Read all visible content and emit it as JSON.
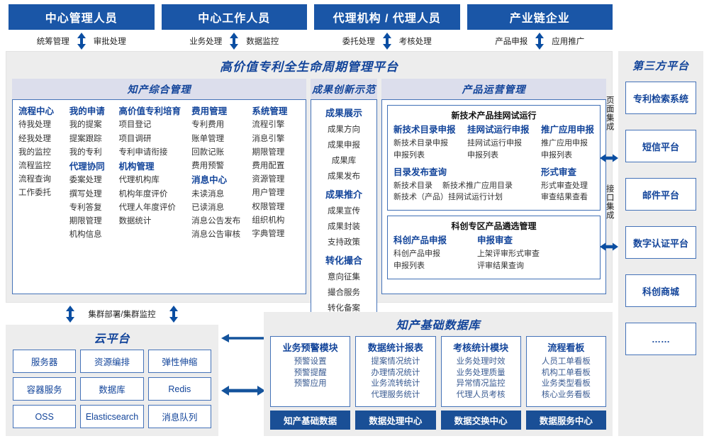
{
  "roles": {
    "items": [
      {
        "title": "中心管理人员",
        "left": "统筹管理",
        "right": "审批处理"
      },
      {
        "title": "中心工作人员",
        "left": "业务处理",
        "right": "数据监控"
      },
      {
        "title": "代理机构 / 代理人员",
        "left": "委托处理",
        "right": "考核处理"
      },
      {
        "title": "产业链企业",
        "left": "产品申报",
        "right": "应用推广"
      }
    ]
  },
  "platform": {
    "title": "高价值专利全生命周期管理平台",
    "groups": {
      "zhichan": {
        "title": "知产综合管理",
        "columns": [
          {
            "blocks": [
              {
                "head": "流程中心",
                "items": [
                  "待我处理",
                  "经我处理",
                  "我的监控",
                  "流程监控",
                  "流程查询",
                  "工作委托"
                ]
              }
            ]
          },
          {
            "blocks": [
              {
                "head": "我的申请",
                "items": [
                  "我的提案",
                  "提案跟踪",
                  "我的专利"
                ]
              },
              {
                "head": "代理协同",
                "items": [
                  "委案处理",
                  "撰写处理",
                  "专利答复",
                  "期限管理",
                  "机构信息"
                ]
              }
            ]
          },
          {
            "blocks": [
              {
                "head": "高价值专利培育",
                "items": [
                  "项目登记",
                  "项目调研",
                  "专利申请衔接"
                ]
              },
              {
                "head": "机构管理",
                "items": [
                  "代理机构库",
                  "机构年度评价",
                  "代理人年度评价",
                  "数据统计"
                ]
              }
            ]
          },
          {
            "blocks": [
              {
                "head": "费用管理",
                "items": [
                  "专利费用",
                  "账单管理",
                  "回款记账",
                  "费用预警"
                ]
              },
              {
                "head": "消息中心",
                "items": [
                  "未读消息",
                  "已读消息",
                  "消息公告发布",
                  "消息公告审核"
                ]
              }
            ]
          },
          {
            "blocks": [
              {
                "head": "系统管理",
                "items": [
                  "流程引擎",
                  "消息引擎",
                  "期限管理",
                  "费用配置",
                  "资源管理",
                  "用户管理",
                  "权限管理",
                  "组织机构",
                  "字典管理"
                ]
              }
            ]
          }
        ]
      },
      "chengguo": {
        "title": "成果创新示范",
        "blocks": [
          {
            "head": "成果展示",
            "items": [
              "成果方向",
              "成果申报",
              "成果库",
              "成果发布"
            ]
          },
          {
            "head": "成果推介",
            "items": [
              "成果宣传",
              "成果封装",
              "支持政策"
            ]
          },
          {
            "head": "转化撮合",
            "items": [
              "意向征集",
              "撮合服务",
              "转化备案"
            ]
          }
        ]
      },
      "chanpin": {
        "title": "产品运营管理",
        "sub1": {
          "title": "新技术产品挂网试运行",
          "row1": [
            {
              "head": "新技术目录申报",
              "items": [
                "新技术目录申报",
                "申报列表"
              ]
            },
            {
              "head": "挂网试运行申报",
              "items": [
                "挂网试运行申报",
                "申报列表"
              ]
            },
            {
              "head": "推广应用申报",
              "items": [
                "推广应用申报",
                "申报列表"
              ]
            }
          ],
          "row2_left_head": "目录发布查询",
          "row2_left_items": [
            "新技术目录",
            "新技术推广应用目录",
            "新技术（产品）挂网试运行计划"
          ],
          "row2_right_head": "形式审查",
          "row2_right_items": [
            "形式审查处理",
            "审查结果查看"
          ]
        },
        "sub2": {
          "title": "科创专区产品遴选管理",
          "left_head": "科创产品申报",
          "left_items": [
            "科创产品申报",
            "申报列表"
          ],
          "right_head": "申报审查",
          "right_items": [
            "上架评审形式审查",
            "评审结果查询"
          ]
        }
      }
    }
  },
  "integration": {
    "page_label": "页面集成",
    "api_label": "接口集成"
  },
  "third_party": {
    "title": "第三方平台",
    "items": [
      "专利检索系统",
      "短信平台",
      "邮件平台",
      "数字认证平台",
      "科创商城",
      "……"
    ]
  },
  "cluster": {
    "label": "集群部署/集群监控"
  },
  "cloud": {
    "title": "云平台",
    "cells": [
      "服务器",
      "资源编排",
      "弹性伸缩",
      "容器服务",
      "数据库",
      "Redis",
      "OSS",
      "Elasticsearch",
      "消息队列"
    ]
  },
  "database": {
    "title": "知产基础数据库",
    "columns": [
      {
        "head": "业务预警模块",
        "items": [
          "预警设置",
          "预警提醒",
          "预警应用"
        ],
        "foot": "知产基础数据"
      },
      {
        "head": "数据统计报表",
        "items": [
          "提案情况统计",
          "办理情况统计",
          "业务流转统计",
          "代理服务统计"
        ],
        "foot": "数据处理中心"
      },
      {
        "head": "考核统计模块",
        "items": [
          "业务处理时效",
          "业务处理质量",
          "异常情况监控",
          "代理人员考核"
        ],
        "foot": "数据交换中心"
      },
      {
        "head": "流程看板",
        "items": [
          "人员工单看板",
          "机构工单看板",
          "业务类型看板",
          "核心业务看板"
        ],
        "foot": "数据服务中心"
      }
    ]
  },
  "colors": {
    "header_blue": "#1a56a7",
    "title_blue": "#12449a",
    "border_blue": "#4472b8",
    "band_lavender": "#dcdeec",
    "panel_gray": "#ededed",
    "foot_blue": "#1a4f96"
  }
}
